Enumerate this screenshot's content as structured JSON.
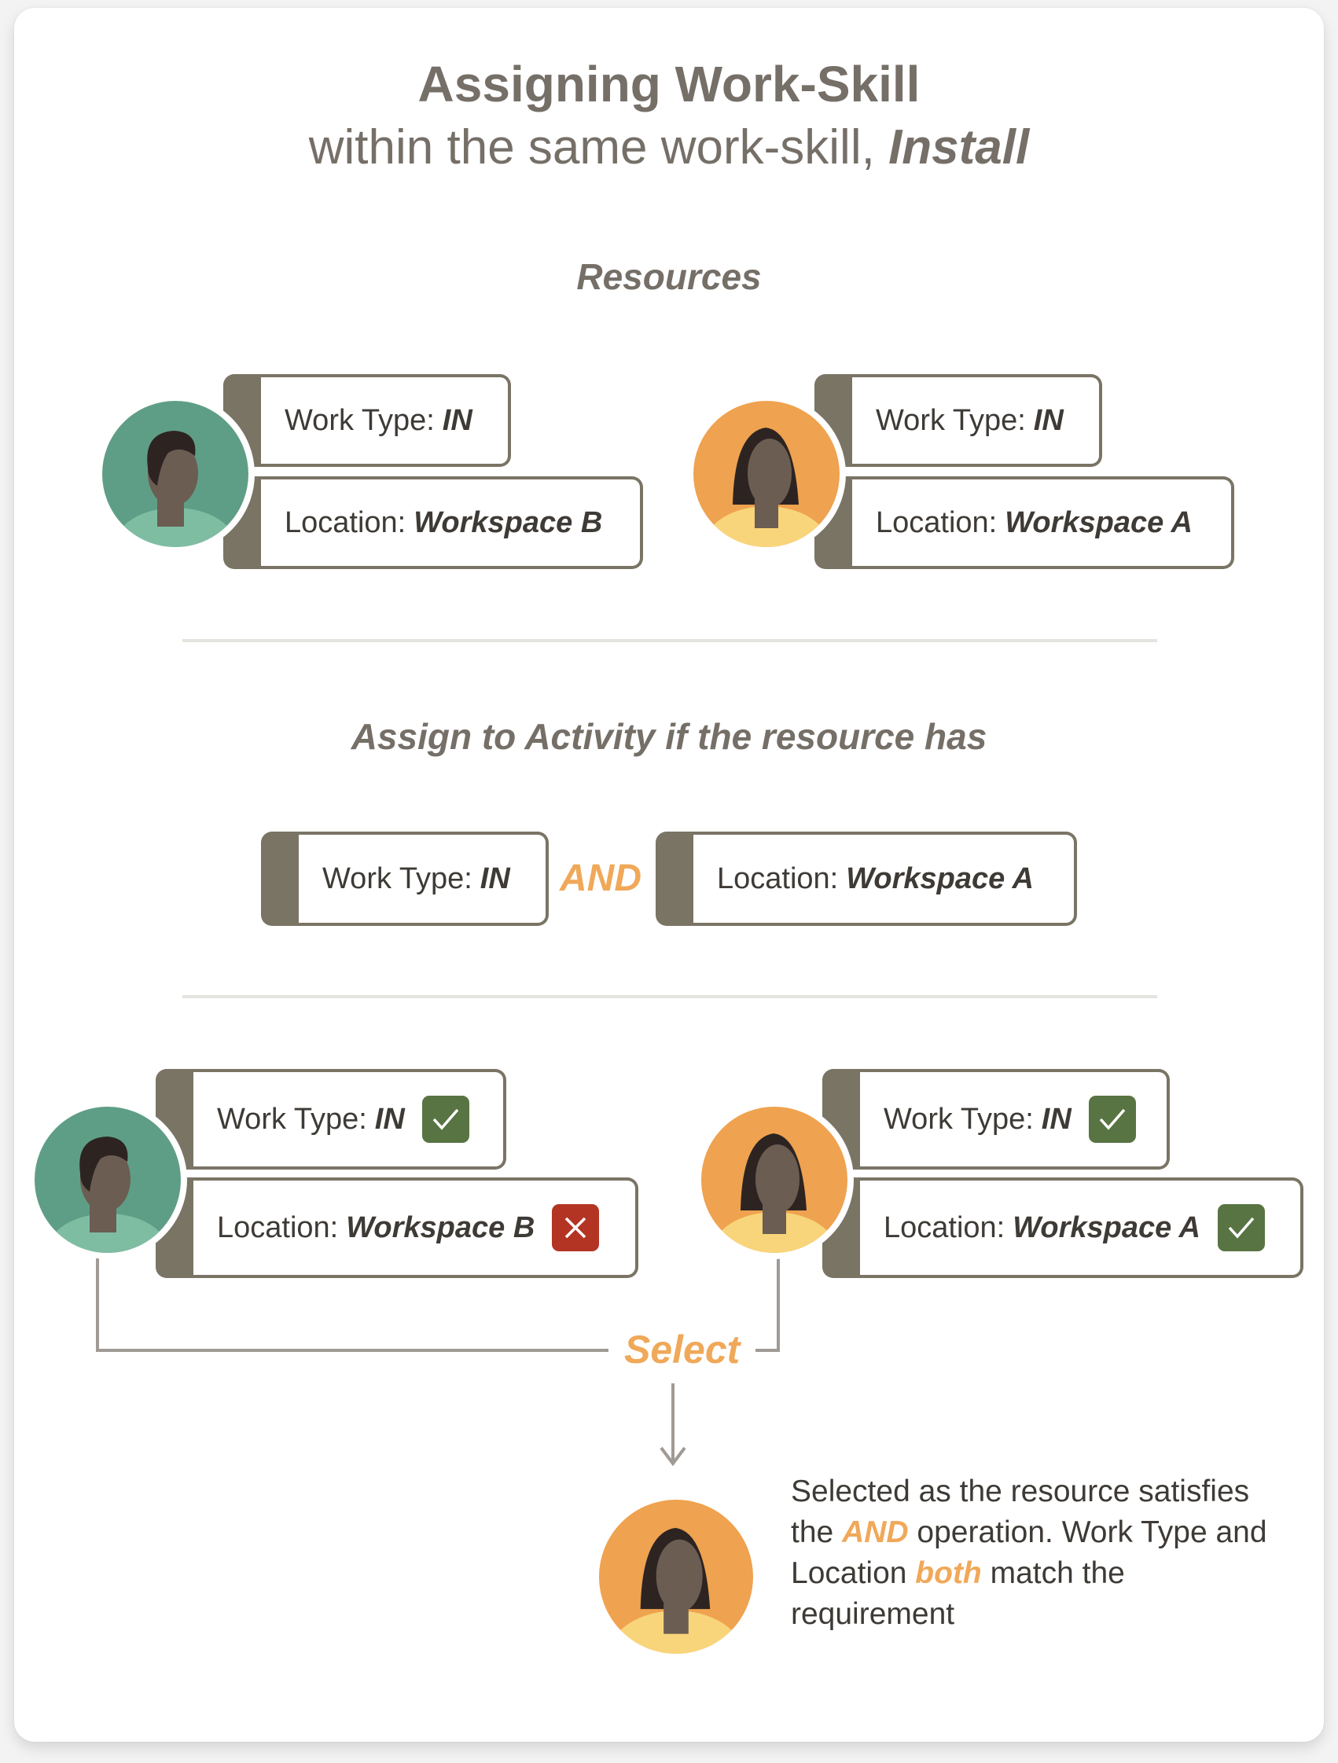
{
  "header": {
    "title": "Assigning Work-Skill",
    "subtitle_prefix": "within the same work-skill,",
    "subtitle_emphasis": "Install"
  },
  "resources_section": {
    "heading": "Resources",
    "resources": [
      {
        "avatar": "male-avatar-green",
        "work_type_label": "Work Type:",
        "work_type_value": "IN",
        "location_label": "Location:",
        "location_value": "Workspace B"
      },
      {
        "avatar": "female-avatar-orange",
        "work_type_label": "Work Type:",
        "work_type_value": "IN",
        "location_label": "Location:",
        "location_value": "Workspace A"
      }
    ]
  },
  "rule_section": {
    "heading": "Assign to Activity if the resource has",
    "condition_1_label": "Work Type:",
    "condition_1_value": "IN",
    "operator": "AND",
    "condition_2_label": "Location:",
    "condition_2_value": "Workspace A"
  },
  "evaluation_section": {
    "results": [
      {
        "avatar": "male-avatar-green",
        "work_type_label": "Work Type:",
        "work_type_value": "IN",
        "work_type_match": "check-icon",
        "location_label": "Location:",
        "location_value": "Workspace B",
        "location_match": "cross-icon"
      },
      {
        "avatar": "female-avatar-orange",
        "work_type_label": "Work Type:",
        "work_type_value": "IN",
        "work_type_match": "check-icon",
        "location_label": "Location:",
        "location_value": "Workspace A",
        "location_match": "check-icon"
      }
    ],
    "select_label": "Select",
    "selected_avatar": "female-avatar-orange",
    "description": {
      "part1": "Selected as the resource satisfies the ",
      "emphasis1": "AND",
      "part2": " operation. Work Type and Location ",
      "emphasis2": "both",
      "part3": " match the requirement"
    }
  },
  "colors": {
    "heading_text": "#756f68",
    "body_text": "#3e3a36",
    "tag_border": "#7a7465",
    "accent_orange": "#f0a859",
    "check_green": "#587443",
    "cross_red": "#b43424",
    "avatar_green_bg": "#5f9e86",
    "avatar_orange_bg": "#efa24f",
    "separator": "#e4e4df"
  }
}
